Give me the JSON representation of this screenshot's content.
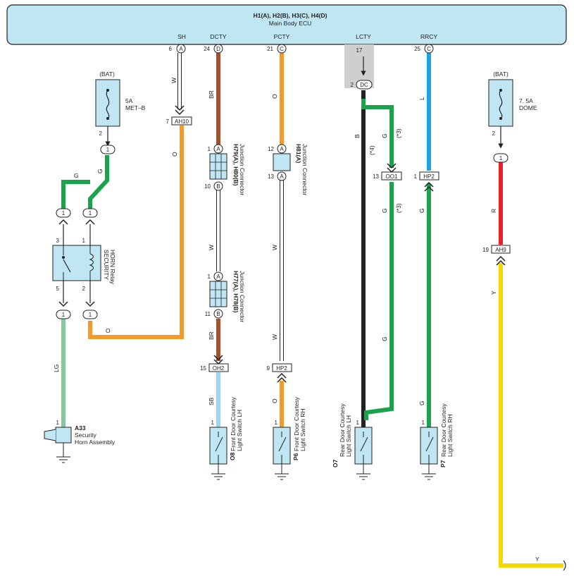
{
  "ecu": {
    "title": "H1(A), H2(B), H3(C), H4(D)",
    "subtitle": "Main Body ECU",
    "color": "#bfe6f2",
    "terminals": [
      {
        "name": "SH",
        "pin": "6",
        "conn": "A"
      },
      {
        "name": "DCTY",
        "pin": "24",
        "conn": "D"
      },
      {
        "name": "PCTY",
        "pin": "21",
        "conn": "C"
      },
      {
        "name": "LCTY",
        "pin": "17",
        "conn": ""
      },
      {
        "name": "RRCY",
        "pin": "25",
        "conn": "C"
      }
    ]
  },
  "wire_colors": {
    "W": "#ffffff",
    "BR": "#a0522d",
    "O": "#f39a2b",
    "B": "#222222",
    "L": "#1aa3e8",
    "G": "#1aa34a",
    "R": "#e8202a",
    "Y": "#f5d800",
    "LG": "#84c99b",
    "SB": "#9fd4f0"
  },
  "labels": {
    "sh_wire": "W",
    "br_top": "BR",
    "o_top": "O",
    "b_main": "B",
    "b_note": "(*4)",
    "g_branch": "G",
    "g_note1": "(*3)",
    "l_top": "L",
    "w_mid1": "W",
    "br_bottom": "BR",
    "sb": "SB",
    "w_mid2": "W",
    "w_mid3": "W",
    "o_bottom": "O",
    "g_mid": "G",
    "g_note2": "(*3)",
    "g_low": "G",
    "g_right": "G",
    "g_right_low": "G",
    "r": "R",
    "y_right": "Y",
    "y_bottom": "Y",
    "g_relay_left": "G",
    "g_relay_right": "G",
    "lg": "LG",
    "o_relay": "O",
    "o_long": "O"
  },
  "pins": {
    "dc_pin": "2",
    "dc": "DC",
    "lcty_pin": "17",
    "ah10_pin": "7",
    "ah10": "AH10",
    "h79_a_pin": "1",
    "h79_b_pin": "10",
    "h81_a1_pin": "12",
    "h81_a2_pin": "13",
    "h77_a_pin": "1",
    "h77_b_pin": "11",
    "oh2_pin": "15",
    "oh2": "OH2",
    "hp2_left_pin": "9",
    "hp2_left": "HP2",
    "oo1_pin": "13",
    "oo1": "OO1",
    "hp2_right_pin": "1",
    "hp2_right": "HP2",
    "ah9_pin": "19",
    "ah9": "AH9",
    "fuse_met_pin": "2",
    "fuse_dome_pin": "2",
    "relay_p3": "3",
    "relay_p1": "1",
    "relay_p5": "5",
    "relay_p2": "2",
    "horn_pin": "1",
    "o8_pin": "1",
    "p6_pin": "1",
    "o7_pin": "1",
    "p7_pin": "1",
    "one": "1",
    "a": "A",
    "b": "B",
    "c": "C",
    "d": "D"
  },
  "fuses": {
    "met_b_bat": "(BAT)",
    "met_b_amp": "5A",
    "met_b_name": "MET–B",
    "dome_bat": "(BAT)",
    "dome_amp": "7. 5A",
    "dome_name": "DOME"
  },
  "relay": {
    "line1": "SECURITY",
    "line2": "HORN Relay"
  },
  "junctions": {
    "h79_code": "H79(A), H80(B)",
    "h79_name": "Junction Connector",
    "h81_code": "H81(A)",
    "h81_name": "Junction Connector",
    "h77_code": "H77(A), H78(B)",
    "h77_name": "Junction Connector"
  },
  "horn": {
    "code": "A33",
    "line1": "Security",
    "line2": "Horn Assembly"
  },
  "switches": [
    {
      "code": "O8",
      "line1": "Front Door Courtesy",
      "line2": "Light Switch LH"
    },
    {
      "code": "P6",
      "line1": "Front Door Courtesy",
      "line2": "Light Switch RH"
    },
    {
      "code": "O7",
      "line1": "Rear Door Courtesy",
      "line2": "Light Switch LH"
    },
    {
      "code": "P7",
      "line1": "Rear Door Courtesy",
      "line2": "Light Switch RH"
    }
  ]
}
